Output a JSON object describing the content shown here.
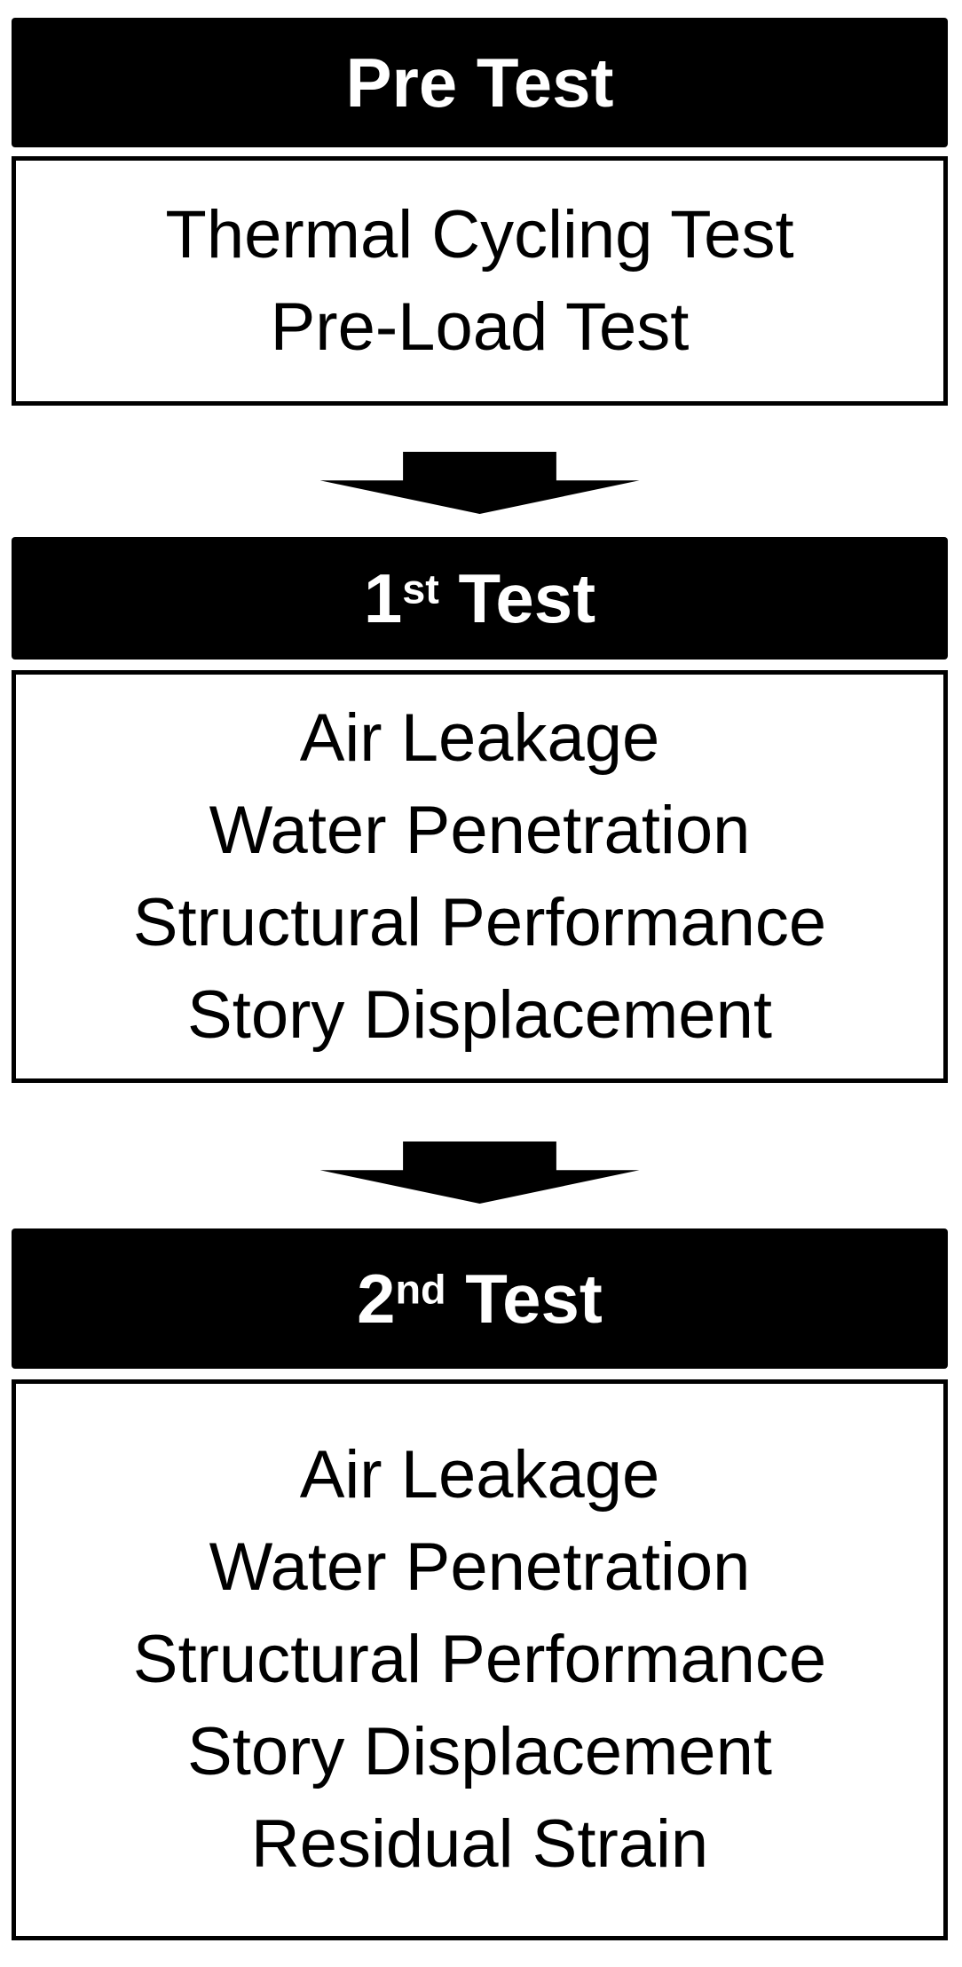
{
  "colors": {
    "header_bg": "#000000",
    "header_text": "#ffffff",
    "box_bg": "#ffffff",
    "box_border": "#000000",
    "body_text": "#000000",
    "arrow": "#000000"
  },
  "sections": [
    {
      "header": {
        "base": "Pre Test",
        "sup": "",
        "rest": ""
      },
      "items": [
        "Thermal Cycling Test",
        "Pre-Load Test"
      ]
    },
    {
      "header": {
        "base": "1",
        "sup": "st",
        "rest": " Test"
      },
      "items": [
        "Air Leakage",
        "Water Penetration",
        "Structural Performance",
        "Story Displacement"
      ]
    },
    {
      "header": {
        "base": "2",
        "sup": "nd",
        "rest": " Test"
      },
      "items": [
        "Air Leakage",
        "Water Penetration",
        "Structural Performance",
        "Story Displacement",
        "Residual Strain"
      ]
    }
  ]
}
